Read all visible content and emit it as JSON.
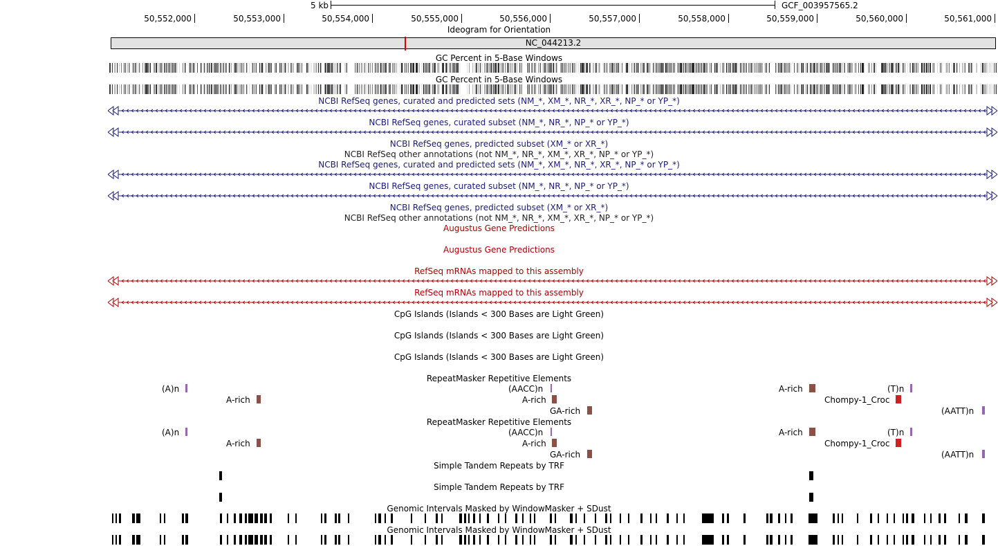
{
  "scale": {
    "kb_label": "5 kb",
    "assembly": "GCF_003957565.2"
  },
  "ruler": {
    "ticks": [
      "50,552,000",
      "50,553,000",
      "50,554,000",
      "50,555,000",
      "50,556,000",
      "50,557,000",
      "50,558,000",
      "50,559,000",
      "50,560,000",
      "50,561,000"
    ]
  },
  "ideogram": {
    "title": "Ideogram for Orientation",
    "chrom": "NC_044213.2"
  },
  "tracks": {
    "gc1": "GC Percent in 5-Base Windows",
    "gc2": "GC Percent in 5-Base Windows",
    "refseq_all_1": "NCBI RefSeq genes, curated and predicted sets (NM_*, XM_*, NR_*, XR_*, NP_* or YP_*)",
    "refseq_curated_1": "NCBI RefSeq genes, curated subset (NM_*, NR_*, NP_* or YP_*)",
    "refseq_predicted_1": "NCBI RefSeq genes, predicted subset (XM_* or XR_*)",
    "refseq_other_1": "NCBI RefSeq other annotations (not NM_*, NR_*, XM_*, XR_*, NP_* or YP_*)",
    "refseq_all_2": "NCBI RefSeq genes, curated and predicted sets (NM_*, XM_*, NR_*, XR_*, NP_* or YP_*)",
    "refseq_curated_2": "NCBI RefSeq genes, curated subset (NM_*, NR_*, NP_* or YP_*)",
    "refseq_predicted_2": "NCBI RefSeq genes, predicted subset (XM_* or XR_*)",
    "refseq_other_2": "NCBI RefSeq other annotations (not NM_*, NR_*, XM_*, XR_*, NP_* or YP_*)",
    "augustus_1": "Augustus Gene Predictions",
    "augustus_2": "Augustus Gene Predictions",
    "mrna_1": "RefSeq mRNAs mapped to this assembly",
    "mrna_2": "RefSeq mRNAs mapped to this assembly",
    "cpg_1": "CpG Islands (Islands < 300 Bases are Light Green)",
    "cpg_2": "CpG Islands (Islands < 300 Bases are Light Green)",
    "cpg_3": "CpG Islands (Islands < 300 Bases are Light Green)",
    "rmsk_1": "RepeatMasker Repetitive Elements",
    "rmsk_2": "RepeatMasker Repetitive Elements",
    "trf_1": "Simple Tandem Repeats by TRF",
    "trf_2": "Simple Tandem Repeats by TRF",
    "wm_1": "Genomic Intervals Masked by WindowMasker + SDust",
    "wm_2": "Genomic Intervals Masked by WindowMasker + SDust"
  },
  "repeats": {
    "an": "(A)n",
    "aaccn": "(AACC)n",
    "arich": "A-rich",
    "tn": "(T)n",
    "chompy": "Chompy-1_Croc",
    "garich": "GA-rich",
    "aattn": "(AATT)n"
  },
  "colors": {
    "simple_repeat": "#9a64b4",
    "low_complexity": "#8c5046",
    "sine": "#d02020",
    "refseq_blue": "#1a1a80",
    "mrna_red": "#b00000"
  }
}
